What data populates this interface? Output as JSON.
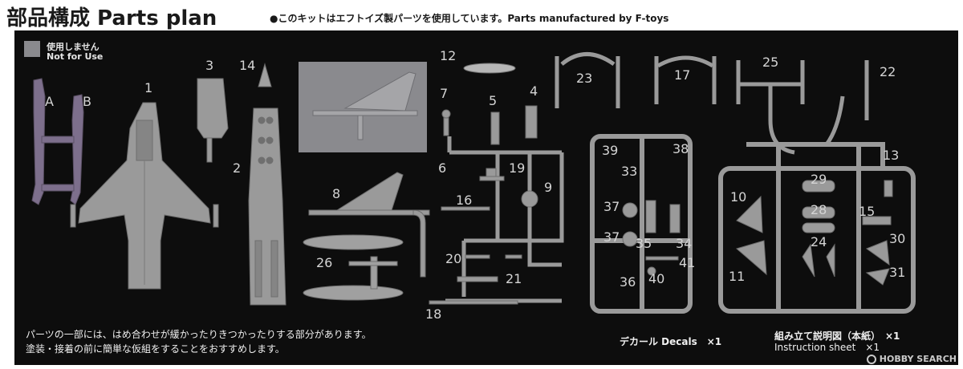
{
  "header": {
    "title": "部品構成 Parts plan",
    "note": "●このキットはエフトイズ製パーツを使用しています。Parts manufactured by F-toys"
  },
  "legend": {
    "jp": "使用しません",
    "en": "Not for Use",
    "swatch_color": "#8a8a8e"
  },
  "colors": {
    "panel": "#0d0d0d",
    "part_gray": "#9a9a9a",
    "part_purple": "#7d6f8c",
    "label": "#d4d4d4"
  },
  "labels": {
    "A": "A",
    "B": "B",
    "p1": "1",
    "p2": "2",
    "p3": "3",
    "p4": "4",
    "p5": "5",
    "p6": "6",
    "p7": "7",
    "p8": "8",
    "p9": "9",
    "p10": "10",
    "p11": "11",
    "p12": "12",
    "p13": "13",
    "p14": "14",
    "p15": "15",
    "p16": "16",
    "p17": "17",
    "p18": "18",
    "p19": "19",
    "p20": "20",
    "p21": "21",
    "p22": "22",
    "p23": "23",
    "p24": "24",
    "p25": "25",
    "p26": "26",
    "p28": "28",
    "p29": "29",
    "p30": "30",
    "p31": "31",
    "p33": "33",
    "p34": "34",
    "p35": "35",
    "p36": "36",
    "p37a": "37",
    "p37b": "37",
    "p38": "38",
    "p39": "39",
    "p40": "40",
    "p41": "41"
  },
  "footer": {
    "note_line1": "パーツの一部には、はめ合わせが緩かったりきつかったりする部分があります。",
    "note_line2": "塗装・接着の前に簡単な仮組をすることをおすすめします。",
    "decals": "デカール Decals　×1",
    "instructions_jp": "組み立て説明図（本紙）　×1",
    "instructions_en": "Instruction sheet　×1"
  },
  "watermark": {
    "text": "HOBBY SEARCH",
    "icon": "hobby-search-logo-icon"
  }
}
